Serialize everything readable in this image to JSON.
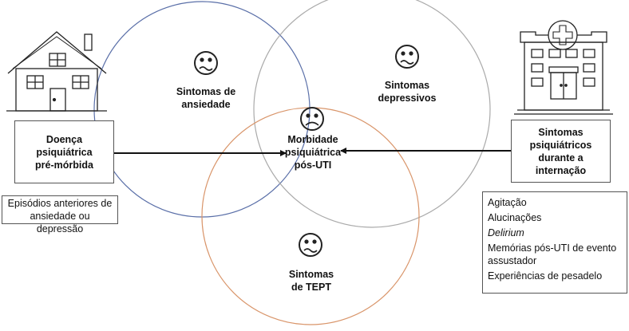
{
  "left": {
    "box_title": "Doença\npsiquiátrica\npré-mórbida",
    "note": "Episódios anteriores de ansiedade ou depressão"
  },
  "right": {
    "box_title": "Sintomas\npsiquiátricos\ndurante a\ninternação",
    "list": [
      {
        "text": "Agitação",
        "italic": false
      },
      {
        "text": "Alucinações",
        "italic": false
      },
      {
        "text": "Delirium",
        "italic": true
      },
      {
        "text": "Memórias pós-UTI de evento assustador",
        "italic": false
      },
      {
        "text": "Experiências de pesadelo",
        "italic": false
      }
    ]
  },
  "circles": {
    "anxiety": {
      "label": "Sintomas de\nansiedade",
      "color": "#5a6fa8"
    },
    "depression": {
      "label": "Sintomas\ndepressivos",
      "color": "#aaaaaa"
    },
    "ptsd": {
      "label": "Sintomas\nde TEPT",
      "color": "#d9956a"
    }
  },
  "center": {
    "label": "Morbidade\npsiquiátrica\npós-UTI"
  },
  "icons": [
    "house-icon",
    "hospital-icon",
    "worried-face-icon",
    "sad-face-icon"
  ]
}
